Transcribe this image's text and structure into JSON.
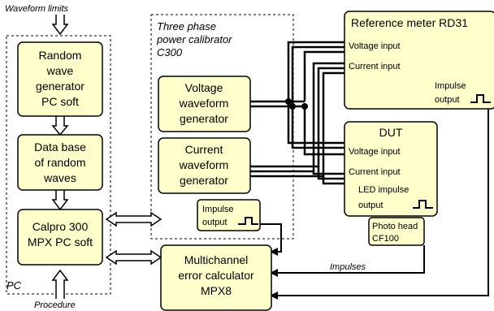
{
  "labels": {
    "waveform_limits": "Waveform limits",
    "procedure": "Procedure",
    "pc": "PC",
    "calibrator_line1": "Three phase",
    "calibrator_line2": "power calibrator",
    "calibrator_line3": "C300",
    "impulses": "Impulses"
  },
  "blocks": {
    "random_gen": [
      "Random",
      "wave",
      "generator",
      "PC soft"
    ],
    "database": [
      "Data base",
      "of random",
      "waves"
    ],
    "calpro": [
      "Calpro 300",
      "MPX PC soft"
    ],
    "voltage_gen": [
      "Voltage",
      "waveform",
      "generator"
    ],
    "current_gen": [
      "Current",
      "waveform",
      "generator"
    ],
    "impulse_out_cal": [
      "Impulse",
      "output"
    ],
    "mpx8": [
      "Multichannel",
      "error calculator",
      "MPX8"
    ],
    "reference_meter": {
      "title": "Reference meter RD31",
      "voltage_input": "Voltage input",
      "current_input": "Current input",
      "impulse_output": [
        "Impulse",
        "output"
      ]
    },
    "dut": {
      "title": "DUT",
      "voltage_input": "Voltage input",
      "current_input": "Current input",
      "led_impulse": [
        "LED impulse",
        "output"
      ]
    },
    "photo_head": [
      "Photo head",
      "CF100"
    ]
  }
}
